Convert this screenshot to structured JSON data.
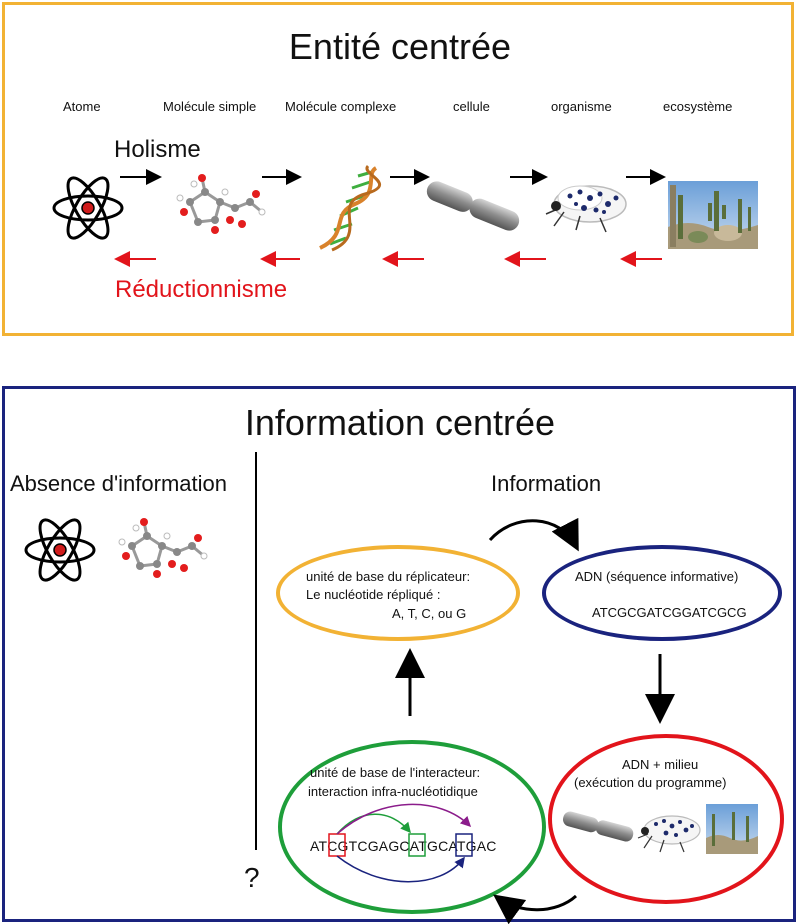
{
  "top_panel": {
    "title": "Entité centrée",
    "stages": [
      "Atome",
      "Molécule simple",
      "Molécule complexe",
      "cellule",
      "organisme",
      "ecosystème"
    ],
    "forward_label": "Holisme",
    "backward_label": "Réductionnisme",
    "border_color": "#f2b234",
    "backward_color": "#e2141b"
  },
  "bottom_panel": {
    "title": "Information centrée",
    "left_heading": "Absence d'information",
    "right_heading": "Information",
    "question_mark": "?",
    "border_color": "#1a237e",
    "replicator": {
      "line1": "unité de base du réplicateur:",
      "line2": "Le nucléotide répliqué :",
      "line3": "A, T, C, ou G",
      "color": "#f2b234"
    },
    "dna": {
      "line1": "ADN (séquence informative)",
      "sequence": "ATCGCGATCGGATCGCG",
      "color": "#1a237e"
    },
    "environment": {
      "line1": "ADN + milieu",
      "line2": "(exécution du programme)",
      "color": "#e2141b"
    },
    "interactor": {
      "line1": "unité de base de l'interacteur:",
      "line2": "interaction infra-nucléotidique",
      "sequence": "ATCGTCGAGCATGCATGAC",
      "color": "#1e9e3a"
    }
  }
}
